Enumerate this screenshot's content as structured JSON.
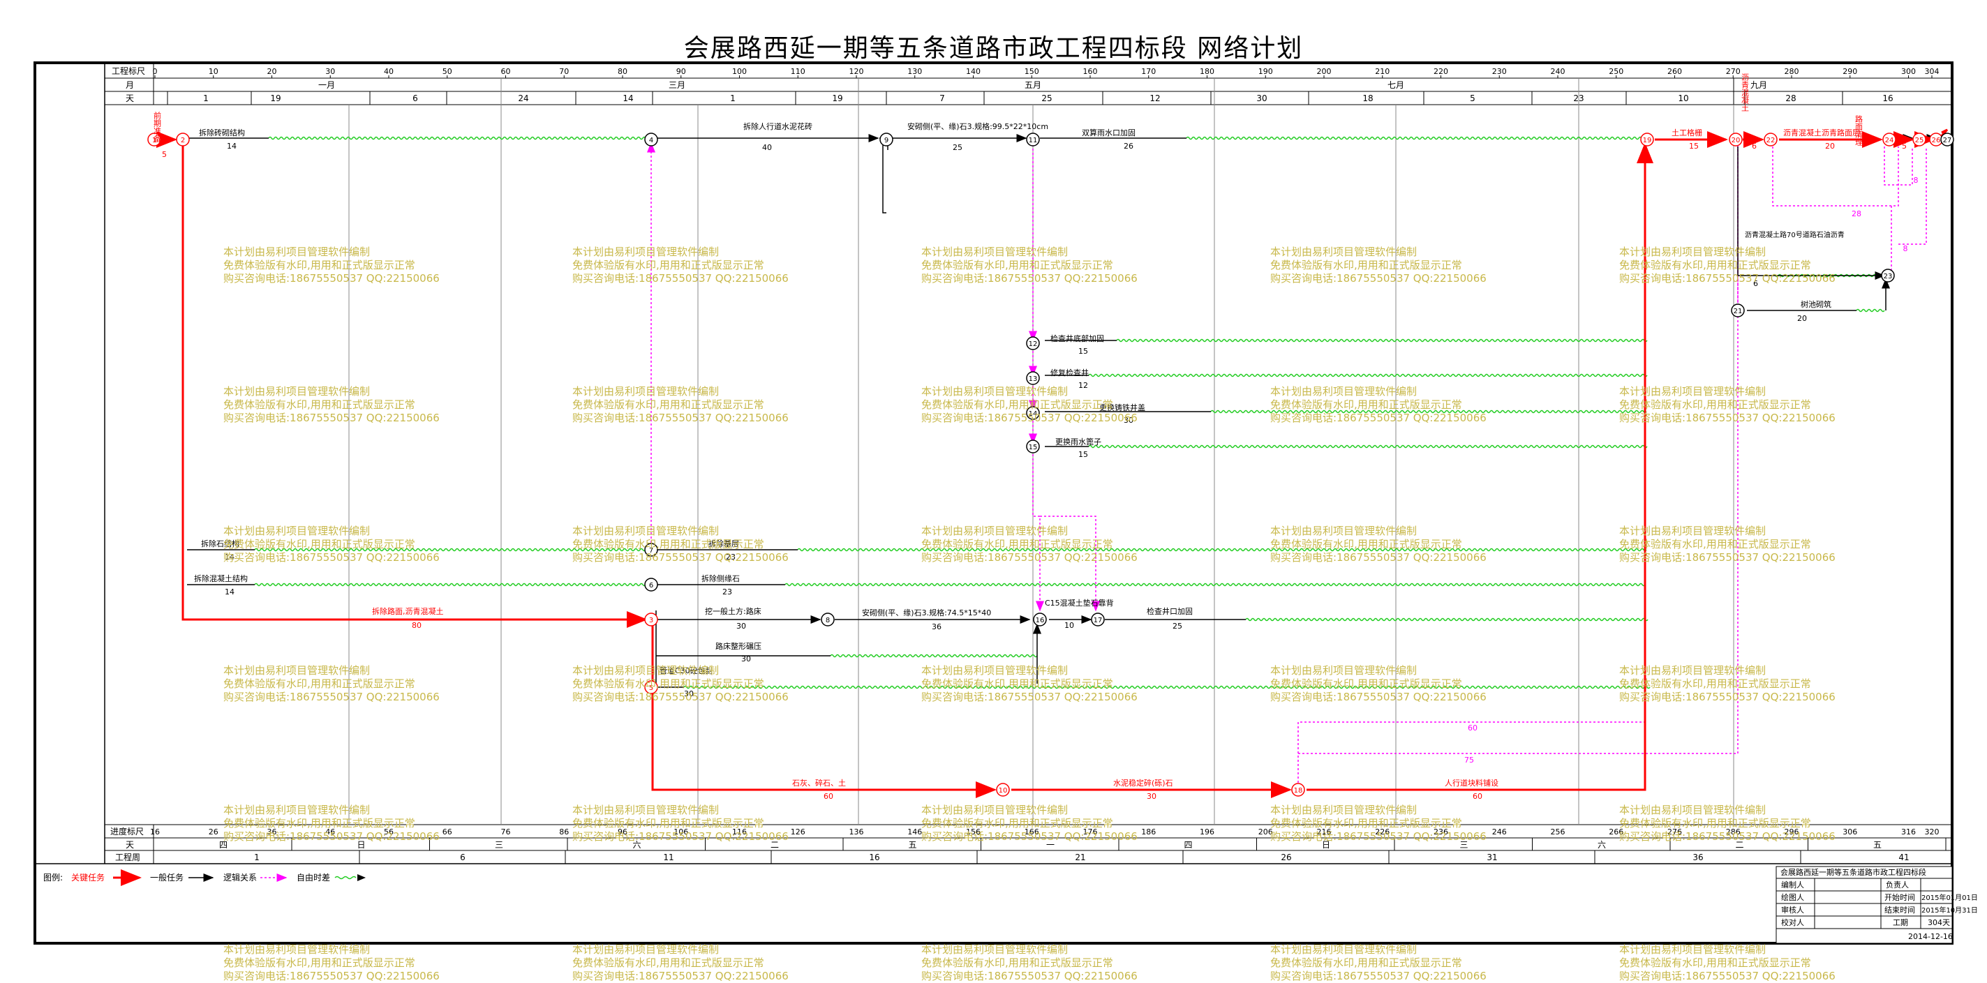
{
  "title": "会展路西延一期等五条道路市政工程四标段    网络计划",
  "header_rows": {
    "project_scale_label": "工程标尺",
    "month_label": "月",
    "day_label": "天",
    "progress_scale_label": "进度标尺",
    "week_label": "天",
    "week_number_label": "工程周"
  },
  "top_scale_ticks": [
    "0",
    "10",
    "20",
    "30",
    "40",
    "50",
    "60",
    "70",
    "80",
    "90",
    "100",
    "110",
    "120",
    "130",
    "140",
    "150",
    "160",
    "170",
    "180",
    "190",
    "200",
    "210",
    "220",
    "230",
    "240",
    "250",
    "260",
    "270",
    "280",
    "290",
    "300",
    "304"
  ],
  "months": [
    "一月",
    "三月",
    "五月",
    "七月",
    "九月"
  ],
  "top_days": [
    "1",
    "19",
    "6",
    "24",
    "14",
    "1",
    "19",
    "7",
    "25",
    "12",
    "30",
    "18",
    "5",
    "23",
    "10",
    "28",
    "16"
  ],
  "bottom_scale_ticks": [
    "16",
    "26",
    "36",
    "46",
    "56",
    "66",
    "76",
    "86",
    "96",
    "106",
    "116",
    "126",
    "136",
    "146",
    "156",
    "166",
    "176",
    "186",
    "196",
    "206",
    "216",
    "226",
    "236",
    "246",
    "256",
    "266",
    "276",
    "286",
    "296",
    "306",
    "316",
    "320"
  ],
  "weekdays": [
    "四",
    "日",
    "三",
    "六",
    "二",
    "五",
    "一",
    "四",
    "日",
    "三",
    "六",
    "二",
    "五"
  ],
  "week_numbers": [
    "1",
    "6",
    "11",
    "16",
    "21",
    "26",
    "31",
    "36",
    "41"
  ],
  "nodes": [
    "1",
    "2",
    "4",
    "9",
    "11",
    "20",
    "22",
    "24",
    "25",
    "26",
    "27",
    "23",
    "21",
    "12",
    "13",
    "14",
    "15",
    "7",
    "6",
    "3",
    "8",
    "16",
    "17",
    "5",
    "10",
    "18",
    "19"
  ],
  "tasks": [
    {
      "label": "前期准备",
      "duration": "5"
    },
    {
      "label": "拆除砖砌结构",
      "duration": "14"
    },
    {
      "label": "拆除人行道水泥花砖",
      "duration": "40"
    },
    {
      "label": "安砌侧(平、缘)石3.规格:99.5*22*10cm",
      "duration": "25"
    },
    {
      "label": "双算雨水口加固",
      "duration": "26"
    },
    {
      "label": "土工格栅",
      "duration": "15"
    },
    {
      "label": "沥青混凝土",
      "duration": "6"
    },
    {
      "label": "沥青混凝土沥青路面层",
      "duration": "20"
    },
    {
      "label": "路面清理",
      "duration": "5"
    },
    {
      "label": "沥青混凝土路70号道路石油沥青",
      "duration": "6"
    },
    {
      "label": "树池砌筑",
      "duration": "20"
    },
    {
      "label": "检查井底部加固",
      "duration": "15"
    },
    {
      "label": "修复检查井",
      "duration": "12"
    },
    {
      "label": "更换铸铁井盖",
      "duration": "30"
    },
    {
      "label": "更换雨水篦子",
      "duration": "15"
    },
    {
      "label": "拆除石结构",
      "duration": "14"
    },
    {
      "label": "拆除基层",
      "duration": "23"
    },
    {
      "label": "拆除混凝土结构",
      "duration": "14"
    },
    {
      "label": "拆除侧缘石",
      "duration": "23"
    },
    {
      "label": "拆除路面,沥青混凝土",
      "duration": "80"
    },
    {
      "label": "挖一般土方:路床",
      "duration": "30"
    },
    {
      "label": "安砌侧(平、缘)石3.规格:74.5*15*40",
      "duration": "36"
    },
    {
      "label": "C15混凝土垫石靠背",
      "duration": "10"
    },
    {
      "label": "检查井口加固",
      "duration": "25"
    },
    {
      "label": "路床整形碾压",
      "duration": "30"
    },
    {
      "label": "管道C30砼包封",
      "duration": "30"
    },
    {
      "label": "石灰、碎石、土",
      "duration": "60"
    },
    {
      "label": "水泥稳定碎(砾)石",
      "duration": "30"
    },
    {
      "label": "人行道块料铺设",
      "duration": "60"
    }
  ],
  "free_time_labels": [
    "8",
    "28",
    "8",
    "60",
    "75"
  ],
  "legend": {
    "prefix": "图例:",
    "items": [
      {
        "label": "关键任务",
        "color": "#ff0000"
      },
      {
        "label": "一般任务",
        "color": "#000000"
      },
      {
        "label": "逻辑关系",
        "color": "#000000"
      },
      {
        "label": "自由时差",
        "color": "#ff00ff"
      }
    ]
  },
  "info_table": {
    "title": "会展路西延一期等五条道路市政工程四标段",
    "rows": [
      [
        "编制人",
        "",
        "负责人",
        ""
      ],
      [
        "绘图人",
        "",
        "开始时间",
        "2015年01月01日"
      ],
      [
        "审核人",
        "",
        "结束时间",
        "2015年10月31日"
      ],
      [
        "校对人",
        "",
        "工期",
        "304天"
      ]
    ],
    "date": "2014-12-16"
  },
  "watermark_lines": [
    "本计划由易利项目管理软件编制",
    "免费体验版有水印,用用和正式版显示正常",
    "购买咨询电话:18675550537 QQ:22150066"
  ],
  "colors": {
    "critical": "#ff0000",
    "normal": "#000000",
    "free": "#ff00ff",
    "float": "#22cc22",
    "watermark": "#c8b84a"
  }
}
